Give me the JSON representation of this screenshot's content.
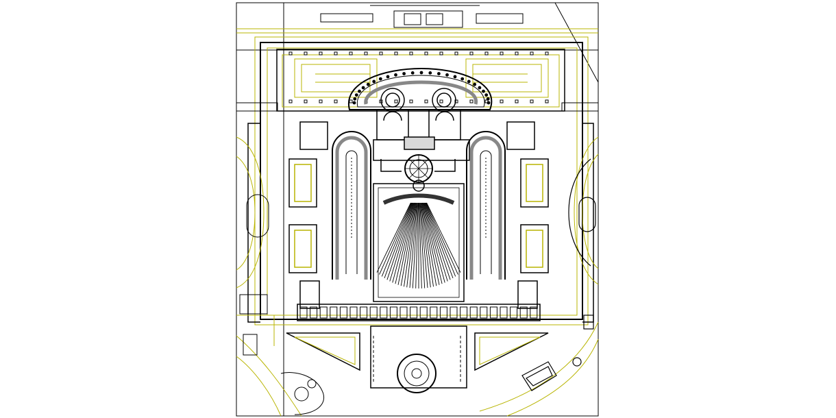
{
  "drawing": {
    "kind": "architectural-site-plan",
    "colors": {
      "background": "#ffffff",
      "linework": "#000000",
      "accent": "#b8b400",
      "fill": "#d9d9d9"
    },
    "layers": [
      "site-border",
      "viewport-frame",
      "outer-precinct-walls",
      "north-garden-terraces",
      "colonnade-crescent",
      "domed-church-pair",
      "central-rotunda",
      "fan-shaped-forecourt",
      "west-long-basin",
      "east-long-basin",
      "west-side-courts",
      "east-side-courts",
      "south-colonnade-row",
      "south-approach-plaza",
      "west-hillside-district",
      "east-crescent-district"
    ]
  }
}
